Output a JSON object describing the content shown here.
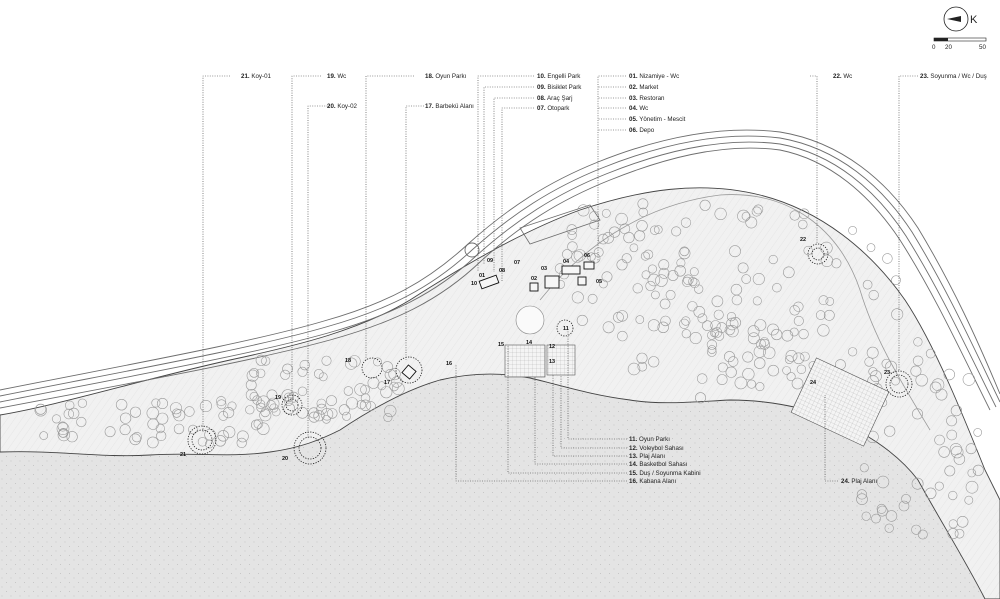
{
  "compass": {
    "letter": "K"
  },
  "scale": {
    "ticks": [
      "0",
      "20",
      "50"
    ]
  },
  "labels": [
    {
      "id": "01",
      "num": "01.",
      "text": "Nizamiye - Wc"
    },
    {
      "id": "02",
      "num": "02.",
      "text": "Market"
    },
    {
      "id": "03",
      "num": "03.",
      "text": "Restoran"
    },
    {
      "id": "04",
      "num": "04.",
      "text": "Wc"
    },
    {
      "id": "05",
      "num": "05.",
      "text": "Yönetim - Mescit"
    },
    {
      "id": "06",
      "num": "06.",
      "text": "Depo"
    },
    {
      "id": "07",
      "num": "07.",
      "text": "Otopark"
    },
    {
      "id": "08",
      "num": "08.",
      "text": "Araç Şarj"
    },
    {
      "id": "09",
      "num": "09.",
      "text": "Bisiklet Park"
    },
    {
      "id": "10",
      "num": "10.",
      "text": "Engelli Park"
    },
    {
      "id": "11",
      "num": "11.",
      "text": "Oyun Parkı"
    },
    {
      "id": "12",
      "num": "12.",
      "text": "Voleybol Sahası"
    },
    {
      "id": "13",
      "num": "13.",
      "text": "Plaj Alanı"
    },
    {
      "id": "14",
      "num": "14.",
      "text": "Basketbol Sahası"
    },
    {
      "id": "15",
      "num": "15.",
      "text": "Duş / Soyunma Kabini"
    },
    {
      "id": "16",
      "num": "16.",
      "text": "Kabana Alanı"
    },
    {
      "id": "17",
      "num": "17.",
      "text": "Barbekü Alanı"
    },
    {
      "id": "18",
      "num": "18.",
      "text": "Oyun Parkı"
    },
    {
      "id": "19",
      "num": "19.",
      "text": "Wc"
    },
    {
      "id": "20",
      "num": "20.",
      "text": "Koy-02"
    },
    {
      "id": "21",
      "num": "21.",
      "text": "Koy-01"
    },
    {
      "id": "22",
      "num": "22.",
      "text": "Wc"
    },
    {
      "id": "23",
      "num": "23.",
      "text": "Soyunma / Wc / Duş"
    },
    {
      "id": "24",
      "num": "24.",
      "text": "Plaj Alanı"
    }
  ],
  "markers": [
    "01",
    "02",
    "03",
    "04",
    "05",
    "06",
    "07",
    "08",
    "09",
    "10",
    "11",
    "12",
    "13",
    "14",
    "15",
    "16",
    "17",
    "18",
    "19",
    "20",
    "21",
    "22",
    "23",
    "24"
  ]
}
